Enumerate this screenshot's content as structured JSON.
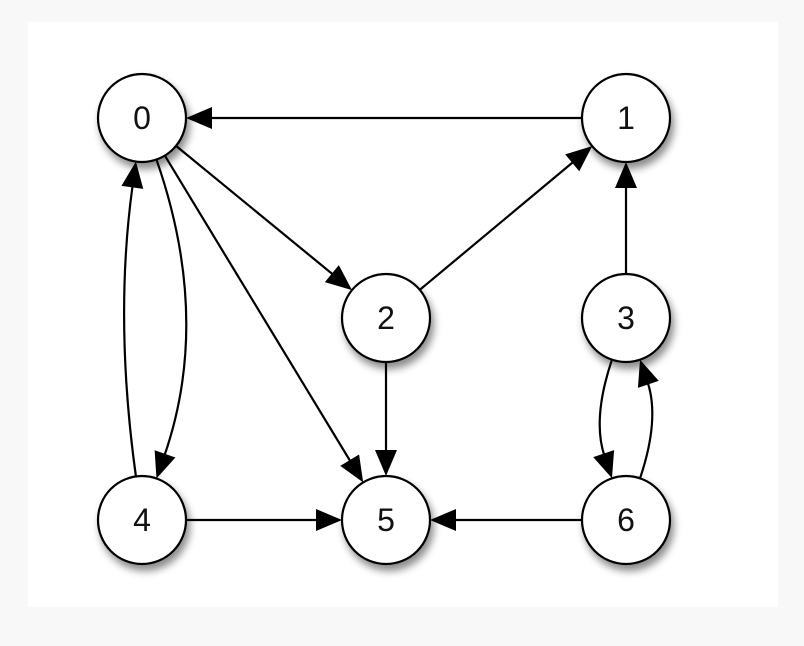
{
  "graph": {
    "nodes": [
      {
        "id": "0",
        "label": "0"
      },
      {
        "id": "1",
        "label": "1"
      },
      {
        "id": "2",
        "label": "2"
      },
      {
        "id": "3",
        "label": "3"
      },
      {
        "id": "4",
        "label": "4"
      },
      {
        "id": "5",
        "label": "5"
      },
      {
        "id": "6",
        "label": "6"
      }
    ],
    "edges": [
      {
        "from": "1",
        "to": "0"
      },
      {
        "from": "0",
        "to": "2"
      },
      {
        "from": "0",
        "to": "5"
      },
      {
        "from": "0",
        "to": "4"
      },
      {
        "from": "4",
        "to": "0"
      },
      {
        "from": "2",
        "to": "1"
      },
      {
        "from": "2",
        "to": "5"
      },
      {
        "from": "3",
        "to": "1"
      },
      {
        "from": "3",
        "to": "6"
      },
      {
        "from": "6",
        "to": "3"
      },
      {
        "from": "4",
        "to": "5"
      },
      {
        "from": "6",
        "to": "5"
      }
    ],
    "colors": {
      "node_fill": "#ffffff",
      "stroke": "#000000",
      "text": "#111111",
      "shadow": "#9a9a9a"
    }
  }
}
